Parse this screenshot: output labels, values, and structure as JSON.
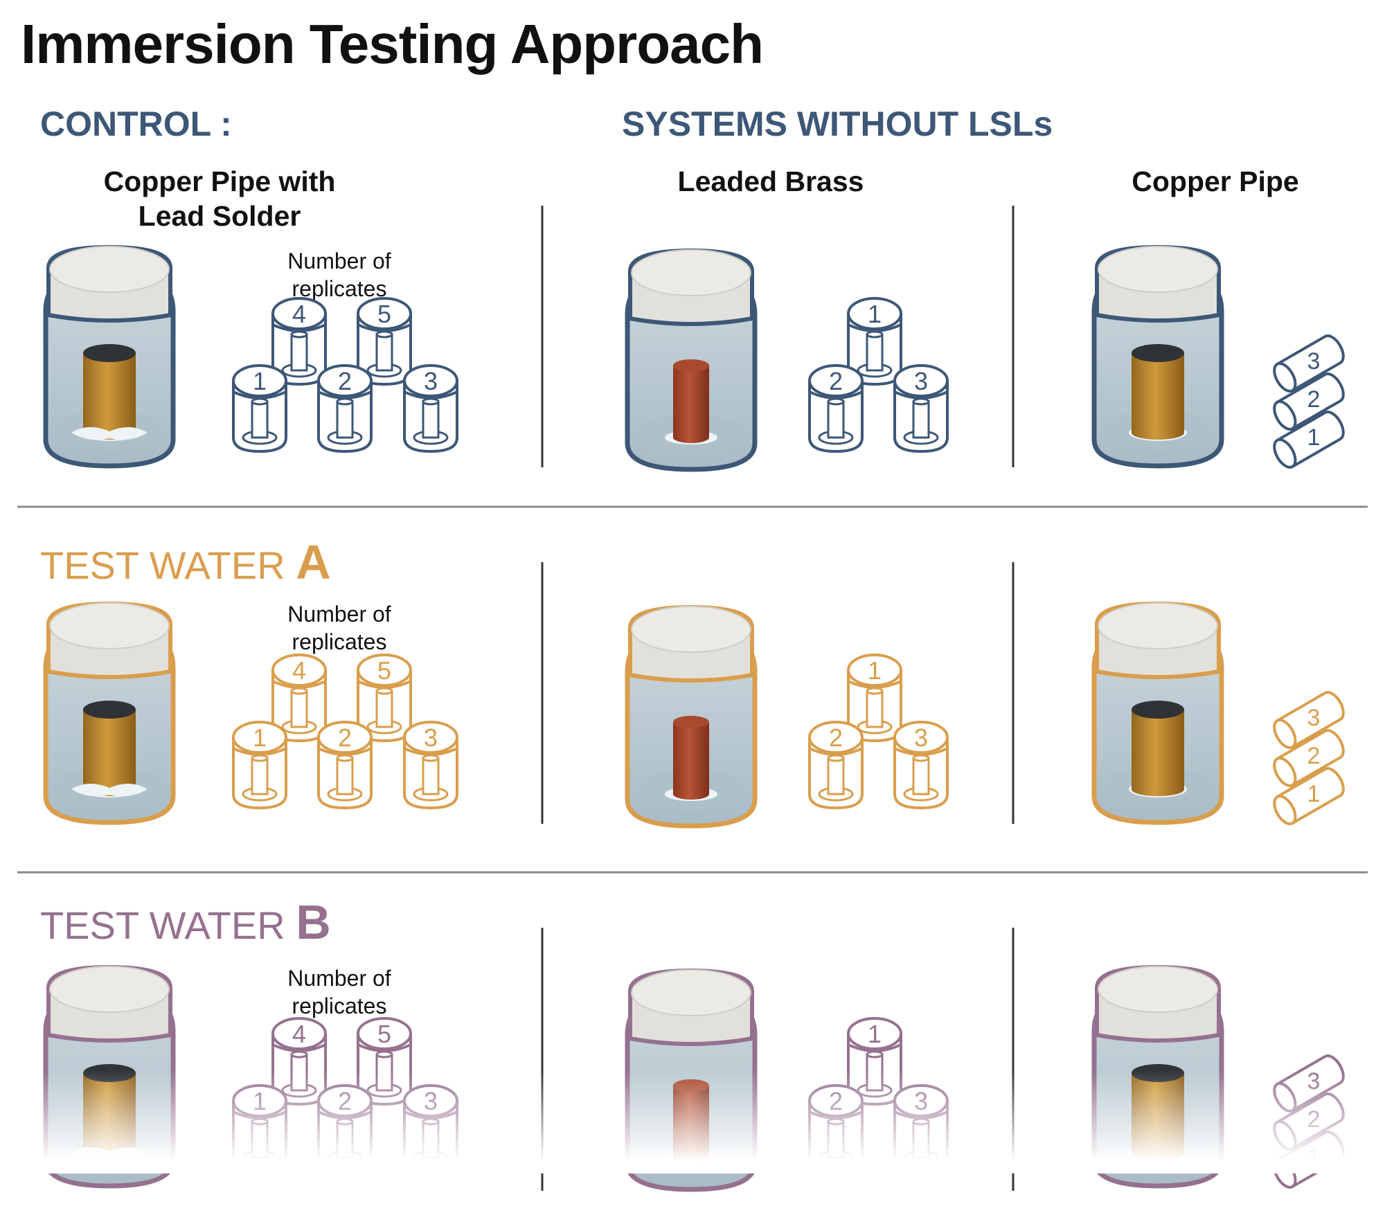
{
  "title": "Immersion Testing Approach",
  "control_label": "CONTROL :",
  "systems_label": "SYSTEMS WITHOUT LSLs",
  "columns": {
    "solder_line1": "Copper Pipe with",
    "solder_line2": "Lead Solder",
    "brass": "Leaded Brass",
    "copper": "Copper Pipe"
  },
  "replicates_line1": "Number of",
  "replicates_line2": "replicates",
  "test_water_text": "TEST WATER",
  "test_water_a": "A",
  "test_water_b": "B",
  "solder_replicates": [
    "1",
    "2",
    "3",
    "4",
    "5"
  ],
  "brass_replicates": [
    "1",
    "2",
    "3"
  ],
  "copper_replicates": [
    "1",
    "2",
    "3"
  ],
  "colors": {
    "control": "#3d5777",
    "water_a": "#d99e4d",
    "water_b": "#95718f",
    "water": "#b9c8d0",
    "lid": "#e9e7e2",
    "copper": "#b9862f",
    "brass": "#a8452b"
  }
}
